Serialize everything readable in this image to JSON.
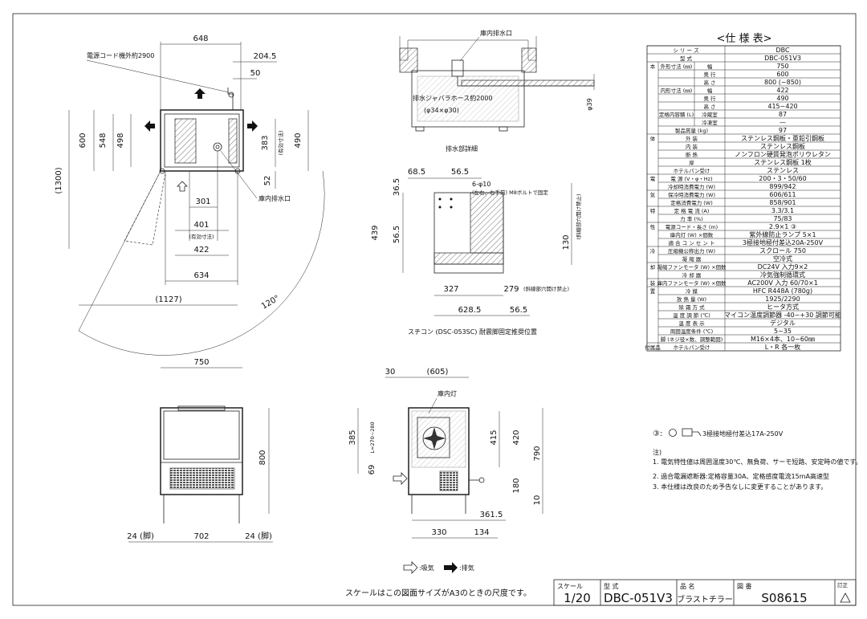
{
  "spec": {
    "title": "<仕 様 表>",
    "rows": [
      {
        "section": "",
        "group": "シ リ ー ズ",
        "label": "",
        "value": "DBC"
      },
      {
        "section": "",
        "group": "型 式",
        "label": "",
        "value": "DBC-051V3"
      },
      {
        "section": "本",
        "group": "外形寸法 (㎜)",
        "label": "幅",
        "value": "750"
      },
      {
        "section": "",
        "group": "",
        "label": "奥 行",
        "value": "600"
      },
      {
        "section": "",
        "group": "",
        "label": "高 さ",
        "value": "800 (~850)"
      },
      {
        "section": "",
        "group": "内形寸法 (㎜)",
        "label": "幅",
        "value": "422"
      },
      {
        "section": "",
        "group": "",
        "label": "奥 行",
        "value": "490"
      },
      {
        "section": "",
        "group": "",
        "label": "高 さ",
        "value": "415~420"
      },
      {
        "section": "",
        "group": "定格内容積 (L)",
        "label": "冷蔵室",
        "value": "87"
      },
      {
        "section": "",
        "group": "",
        "label": "冷凍室",
        "value": "—"
      },
      {
        "section": "",
        "group": "製品質量 (kg)",
        "label": "",
        "value": "97"
      },
      {
        "section": "体",
        "group": "外 装",
        "label": "",
        "value": "ステンレス鋼板・亜鉛引鋼板"
      },
      {
        "section": "",
        "group": "内 装",
        "label": "",
        "value": "ステンレス鋼板"
      },
      {
        "section": "",
        "group": "断 熱",
        "label": "",
        "value": "ノンフロン硬質発泡ポリウレタン"
      },
      {
        "section": "",
        "group": "扉",
        "label": "",
        "value": "ステンレス鋼板 1枚"
      },
      {
        "section": "",
        "group": "ホテルパン受け",
        "label": "",
        "value": "ステンレス"
      },
      {
        "section": "電",
        "group": "電 源 (V・φ・Hz)",
        "label": "",
        "value": "200・3・50/60"
      },
      {
        "section": "",
        "group": "冷却時消費電力 (W)",
        "label": "",
        "value": "899/942"
      },
      {
        "section": "気",
        "group": "保冷時消費電力 (W)",
        "label": "",
        "value": "606/611"
      },
      {
        "section": "",
        "group": "定格消費電力 (W)",
        "label": "",
        "value": "858/901"
      },
      {
        "section": "特",
        "group": "定 格 電 流 (A)",
        "label": "",
        "value": "3.3/3.1"
      },
      {
        "section": "",
        "group": "力 率 (%)",
        "label": "",
        "value": "75/83"
      },
      {
        "section": "性",
        "group": "電源コード・長さ (m)",
        "label": "",
        "value": "2.9×1 ③"
      },
      {
        "section": "",
        "group": "庫内灯 (W) ×個数",
        "label": "",
        "value": "紫外線防止ランプ 5×1"
      },
      {
        "section": "",
        "group": "適 合 コ ン セ ン ト",
        "label": "",
        "value": "3極接地極付差込20A-250V"
      },
      {
        "section": "冷",
        "group": "圧縮機公称出力 (W)",
        "label": "",
        "value": "スクロール 750"
      },
      {
        "section": "",
        "group": "凝 縮 器",
        "label": "",
        "value": "空冷式"
      },
      {
        "section": "却",
        "group": "凝縮ファンモータ (W) ×個数",
        "label": "",
        "value": "DC24V 入力9×2"
      },
      {
        "section": "",
        "group": "冷 却 器",
        "label": "",
        "value": "冷気強制循環式"
      },
      {
        "section": "装",
        "group": "庫内ファンモータ (W) ×個数",
        "label": "",
        "value": "AC200V 入力 60/70×1"
      },
      {
        "section": "置",
        "group": "冷 媒",
        "label": "",
        "value": "HFC R448A (780g)"
      },
      {
        "section": "",
        "group": "放 熱 量 (W)",
        "label": "",
        "value": "1925/2290"
      },
      {
        "section": "",
        "group": "除 霜 方 式",
        "label": "",
        "value": "ヒータ方式"
      },
      {
        "section": "",
        "group": "温 度 調 節 (℃)",
        "label": "",
        "value": "マイコン温度調節器 -40~+30 調節可能"
      },
      {
        "section": "",
        "group": "温 度 表 示",
        "label": "",
        "value": "デジタル"
      },
      {
        "section": "",
        "group": "周囲温度条件 (℃)",
        "label": "",
        "value": "5~35"
      },
      {
        "section": "",
        "group": "脚 (ネジ径×数、調整範囲)",
        "label": "",
        "value": "M16×4本、10~60㎜"
      },
      {
        "section": "付属品",
        "group": "ホテルパン受け",
        "label": "",
        "value": "L・R 各一枚"
      }
    ],
    "plug_note": "3極接地極付差込17A-250V",
    "plug_mark": "③:",
    "notes_heading": "注)",
    "notes": [
      "1. 電気特性値は周囲温度30℃、無負荷、サーモ短路、安定時の値です。",
      "2. 過合電漏遮断器:定格容量30A、定格感度電流15mA高速型",
      "3. 本仕様は改良のため予告なしに変更することがあります。"
    ]
  },
  "plan": {
    "dims": [
      "648",
      "204.5",
      "50",
      "600",
      "548",
      "498",
      "383",
      "490",
      "52",
      "301",
      "401",
      "422",
      "634",
      "(1127)",
      "(1300)",
      "120°"
    ],
    "cord_label": "電源コード機外約2900",
    "inner_note": "(有効寸法)",
    "inner_note2": "(有効寸法)",
    "drain_label": "庫内排水口"
  },
  "drain_detail": {
    "label_outlet": "庫内排水口",
    "label_hose": "排水ジャバラホース約2000",
    "label_hose_dim": "(φ34×φ30)",
    "dim": "φ39",
    "caption": "排水部詳細"
  },
  "sticon": {
    "dims": [
      "68.5",
      "56.5",
      "36.5",
      "439",
      "56.5",
      "130",
      "327",
      "279",
      "628.5",
      "56.5"
    ],
    "hole_label": "6-φ10",
    "hole_note": "(左右、右手前) M8ボルトで固定",
    "side_note": "(斜線部穴開け禁止)",
    "bottom_note": "(斜線部穴開け禁止)",
    "caption": "スチコン (DSC-053SC) 耐震脚固定推奨位置"
  },
  "front": {
    "dims": [
      "750",
      "800",
      "24 (脚)",
      "702",
      "24 (脚)"
    ]
  },
  "side": {
    "dims": [
      "30",
      "(605)",
      "385",
      "L=270~280",
      "69",
      "415",
      "420",
      "790",
      "180",
      "10",
      "361.5",
      "330",
      "134"
    ],
    "lamp_label": "庫内灯"
  },
  "legend": {
    "intake": ":吸気",
    "exhaust": ":排気"
  },
  "title_block": {
    "scale_note": "スケールはこの図面サイズがA3のときの尺度です。",
    "scale_label": "スケール",
    "scale_value": "1/20",
    "model_label": "型 式",
    "model_value": "DBC-051V3",
    "name_label": "品 名",
    "name_value": "ブラストチラー",
    "drawing_label": "図 番",
    "drawing_value": "S08615",
    "rev_label": "訂正"
  }
}
